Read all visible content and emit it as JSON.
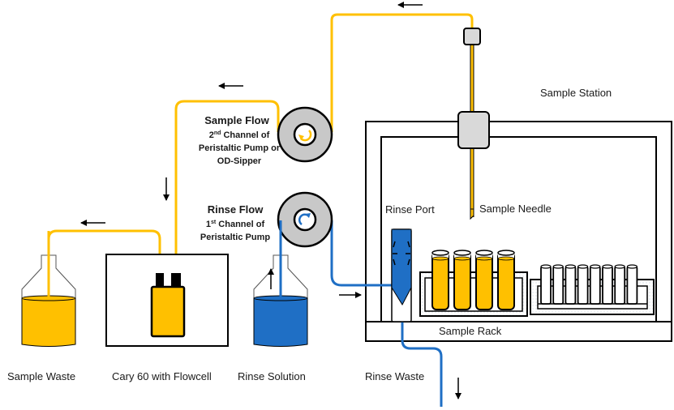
{
  "colors": {
    "sample": "#FFC000",
    "rinse": "#1F6FC5",
    "rinse_dark": "#0B62B8",
    "pump_gray": "#C8C8C8",
    "part_gray": "#D9D9D9",
    "outline": "#000000"
  },
  "labels": {
    "sample_waste": "Sample Waste",
    "cary": "Cary 60 with Flowcell",
    "rinse_solution": "Rinse Solution",
    "rinse_waste": "Rinse Waste",
    "sample_station": "Sample Station",
    "sample_needle": "Sample Needle",
    "rinse_port": "Rinse Port",
    "sample_rack": "Sample Rack"
  },
  "sample_flow": {
    "title": "Sample Flow",
    "line1_num": "2",
    "line1_sup": "nd",
    "line1_rest": " Channel of",
    "line2": "Peristaltic Pump or",
    "line3": "OD-Sipper",
    "rotation_icon": "counterclockwise-arrow-icon"
  },
  "rinse_flow": {
    "title": "Rinse Flow",
    "line1_num": "1",
    "line1_sup": "st",
    "line1_rest": " Channel of",
    "line2": "Peristaltic Pump",
    "rotation_icon": "clockwise-arrow-icon"
  },
  "arrows": [
    {
      "name": "flow-arrow-top",
      "direction": "left"
    },
    {
      "name": "flow-arrow-sample-loop",
      "direction": "left"
    },
    {
      "name": "flow-arrow-down-to-cell",
      "direction": "down"
    },
    {
      "name": "flow-arrow-to-waste",
      "direction": "left"
    },
    {
      "name": "flow-arrow-rinse-up",
      "direction": "up"
    },
    {
      "name": "flow-arrow-to-rinse-port",
      "direction": "right"
    },
    {
      "name": "flow-arrow-rinse-waste",
      "direction": "down"
    }
  ],
  "rack": {
    "filled_tubes": 4,
    "empty_tubes": 8
  }
}
